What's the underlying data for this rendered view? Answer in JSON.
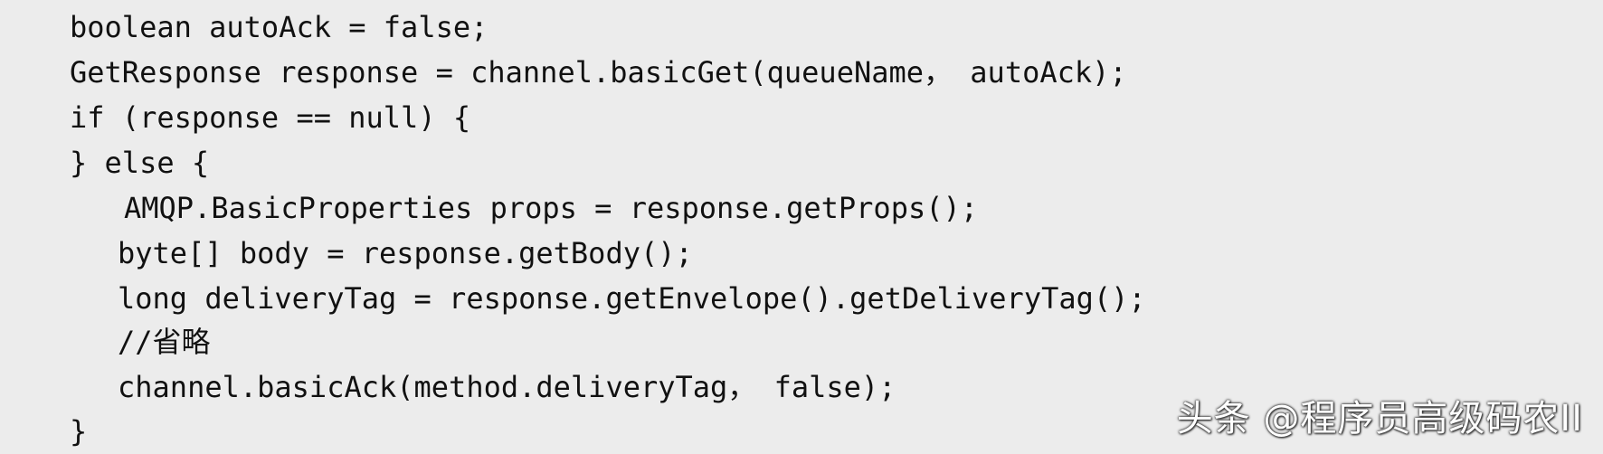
{
  "code": {
    "lines": [
      "boolean autoAck = false;",
      "GetResponse response = channel.basicGet(queueName， autoAck);",
      "if (response == null) {",
      "} else {",
      "AMQP.BasicProperties props = response.getProps();",
      "byte[] body = response.getBody();",
      "long deliveryTag = response.getEnvelope().getDeliveryTag();",
      "//省略",
      "channel.basicAck(method.deliveryTag， false);",
      "}"
    ]
  },
  "watermark": {
    "text": "头条 @程序员高级码农II"
  },
  "colors": {
    "background": "#ececec",
    "text": "#111111"
  }
}
